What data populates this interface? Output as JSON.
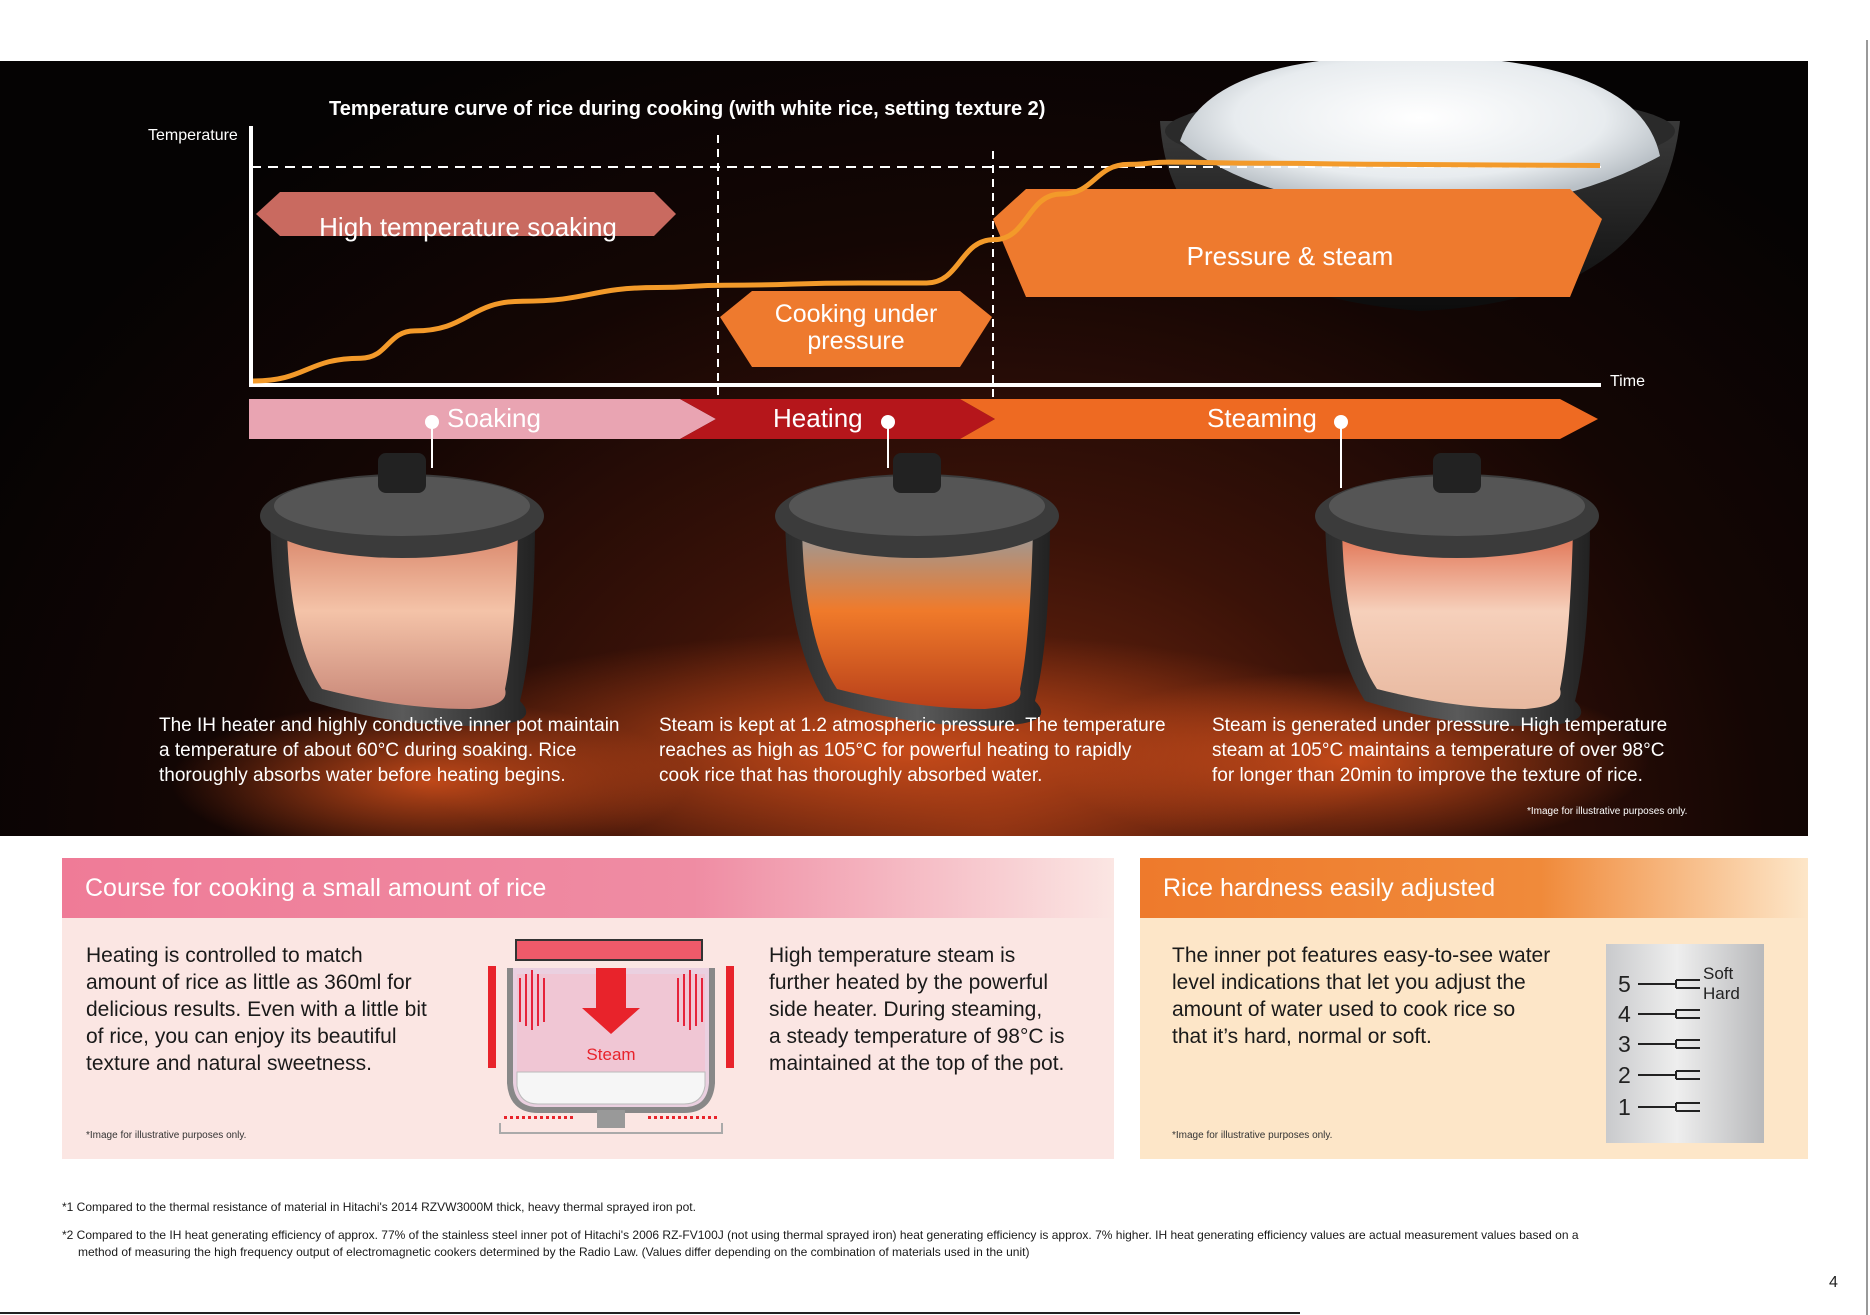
{
  "chart": {
    "title": "Temperature curve of rice during cooking (with white rice, setting texture 2)",
    "y_axis_label": "Temperature",
    "x_axis_label": "Time",
    "labels": {
      "soaking_range": "High temperature soaking",
      "pressure_range": "Cooking under pressure",
      "steam_range": "Pressure & steam"
    }
  },
  "chart_data": {
    "type": "line",
    "title": "Temperature curve of rice during cooking (with white rice, setting texture 2)",
    "xlabel": "Time",
    "ylabel": "Temperature",
    "series": [
      {
        "values_note": "",
        "x": [
          0,
          0.08,
          0.12,
          0.2,
          0.3,
          0.35,
          0.45,
          0.5,
          0.55,
          0.6,
          0.65,
          0.68,
          0.75,
          0.85,
          1.0
        ],
        "y": [
          0,
          0.1,
          0.22,
          0.35,
          0.41,
          0.42,
          0.43,
          0.43,
          0.62,
          0.82,
          0.95,
          0.96,
          0.955,
          0.95,
          0.945
        ]
      }
    ],
    "phases": [
      "Soaking",
      "Heating",
      "Steaming"
    ]
  },
  "phases": {
    "soaking": "Soaking",
    "heating": "Heating",
    "steaming": "Steaming"
  },
  "descriptions": {
    "soaking": [
      "The IH heater and highly conductive inner pot maintain",
      "a temperature of about 60°C during soaking. Rice",
      "thoroughly absorbs water before heating begins."
    ],
    "heating": [
      "Steam is kept at 1.2 atmospheric pressure. The temperature",
      "reaches as high as 105°C for powerful heating to rapidly",
      "cook rice that has thoroughly absorbed water."
    ],
    "steaming": [
      "Steam is generated under pressure. High temperature",
      "steam at 105°C maintains a temperature of over 98°C",
      "for longer than 20min to improve the texture of rice."
    ]
  },
  "hero_note": "*Image for illustrative purposes only.",
  "small_course": {
    "heading": "Course for cooking a small amount of rice",
    "left_text": [
      "Heating is controlled to match",
      "amount of rice as little as 360ml for",
      "delicious results. Even with a little bit",
      "of rice, you can enjoy its beautiful",
      "texture and natural sweetness."
    ],
    "right_text": [
      "High temperature steam is",
      "further heated by the powerful",
      "side heater. During steaming,",
      "a steady temperature of 98°C is",
      "maintained at the top of the pot."
    ],
    "diagram_label": "Steam",
    "note": "*Image for illustrative purposes only."
  },
  "hardness": {
    "heading": "Rice hardness easily adjusted",
    "text": [
      "The inner pot features easy-to-see water",
      "level indications that let you adjust the",
      "amount of water used to cook rice so",
      "that it’s hard, normal or soft."
    ],
    "scale": [
      "5",
      "4",
      "3",
      "2",
      "1"
    ],
    "soft_label": "Soft",
    "hard_label": "Hard",
    "note": "*Image for illustrative purposes only."
  },
  "footnotes": {
    "fn1": "*1 Compared to the thermal resistance of material in Hitachi's 2014 RZVW3000M thick, heavy thermal sprayed iron pot.",
    "fn2a": "*2 Compared to the IH heat generating efficiency of approx. 77% of the stainless steel inner pot of Hitachi's 2006 RZ-FV100J (not using thermal sprayed iron) heat generating efficiency is approx. 7% higher. IH heat generating efficiency values are actual measurement values based on a",
    "fn2b": "method of measuring the high frequency output of electromagnetic cookers determined by the Radio Law. (Values differ depending on the combination of materials used in the unit)"
  },
  "page_number": "4",
  "colors": {
    "curve": "#f39a2a",
    "soaking": "#e9a4b2",
    "heating": "#b5161b",
    "steaming": "#ee6a22",
    "pink_head": "#ef7b97",
    "orange_head": "#ee7a2c"
  }
}
